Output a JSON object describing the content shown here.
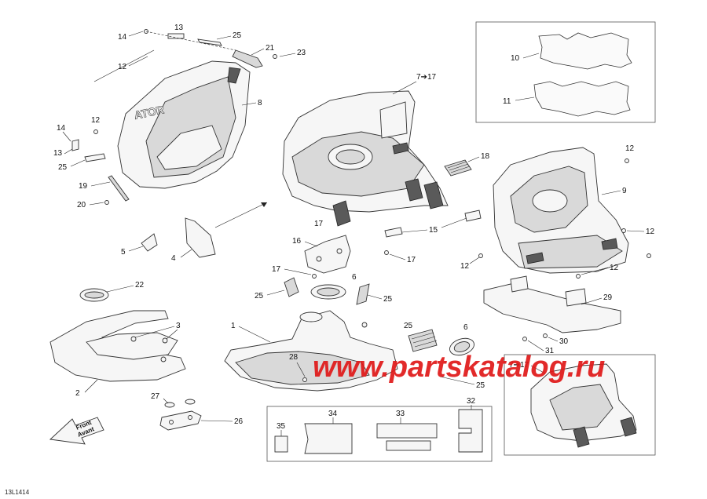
{
  "document_id": "13L1414",
  "watermark": "www.partskatalog.ru",
  "front_label": {
    "line1": "Front",
    "line2": "Avant"
  },
  "callouts": {
    "c14a": "14",
    "c13a": "13",
    "c25a": "25",
    "c12a": "12",
    "c21": "21",
    "c23": "23",
    "c8": "8",
    "c14b": "14",
    "c12b": "12",
    "c13b": "13",
    "c25b": "25",
    "c19": "19",
    "c20": "20",
    "c7_17": "7➔17",
    "c10": "10",
    "c11": "11",
    "c18": "18",
    "c12c": "12",
    "c9": "9",
    "c17a": "17",
    "c15": "15",
    "c12d": "12",
    "c5": "5",
    "c4": "4",
    "c16": "16",
    "c17b": "17",
    "c17c": "17",
    "c12e": "12",
    "c12f": "12",
    "c6a": "6",
    "c25c": "25",
    "c25d": "25",
    "c22": "22",
    "c29": "29",
    "c3": "3",
    "c1": "1",
    "c25e": "25",
    "c6b": "6",
    "c30": "30",
    "c31": "31",
    "c2": "2",
    "c28": "28",
    "c7_17b": "7➔17",
    "c25f": "25",
    "c27": "27",
    "c26": "26",
    "c34": "34",
    "c33": "33",
    "c32": "32",
    "c35": "35"
  },
  "colors": {
    "watermark": "#e01818",
    "line": "#222222",
    "fill": "#f6f6f6"
  }
}
